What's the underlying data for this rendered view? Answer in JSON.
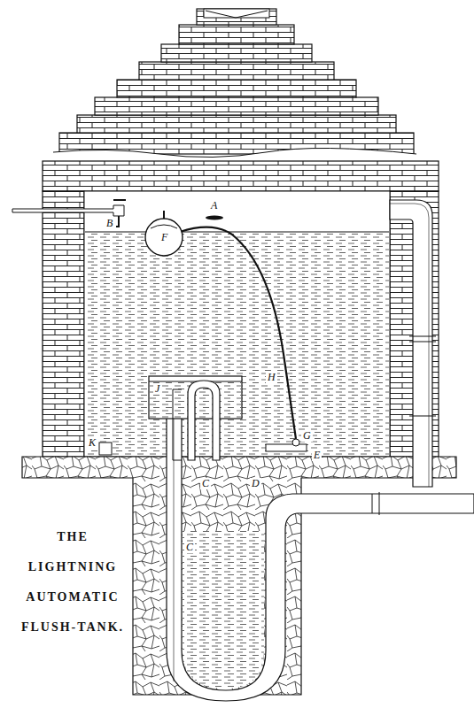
{
  "diagram": {
    "title": "THE LIGHTNING AUTOMATIC FLUSH-TANK.",
    "labels": [
      "A",
      "B",
      "F",
      "H",
      "G",
      "E",
      "K",
      "J",
      "C",
      "C",
      "D"
    ]
  }
}
